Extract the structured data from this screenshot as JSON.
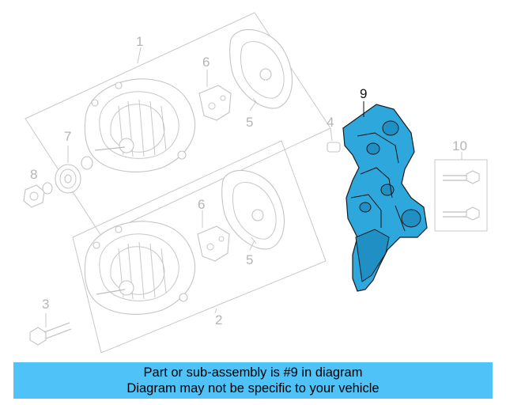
{
  "callouts": {
    "c1": "1",
    "c2": "2",
    "c3": "3",
    "c4": "4",
    "c5a": "5",
    "c5b": "5",
    "c6a": "6",
    "c6b": "6",
    "c7": "7",
    "c8": "8",
    "c9": "9",
    "c10": "10"
  },
  "highlight": {
    "part_number": "9",
    "color": "#2ea8dc"
  },
  "banner": {
    "line1": "Part or sub-assembly is #9 in diagram",
    "line2": "Diagram may not be specific to your vehicle",
    "background": "#4fc3f7"
  }
}
